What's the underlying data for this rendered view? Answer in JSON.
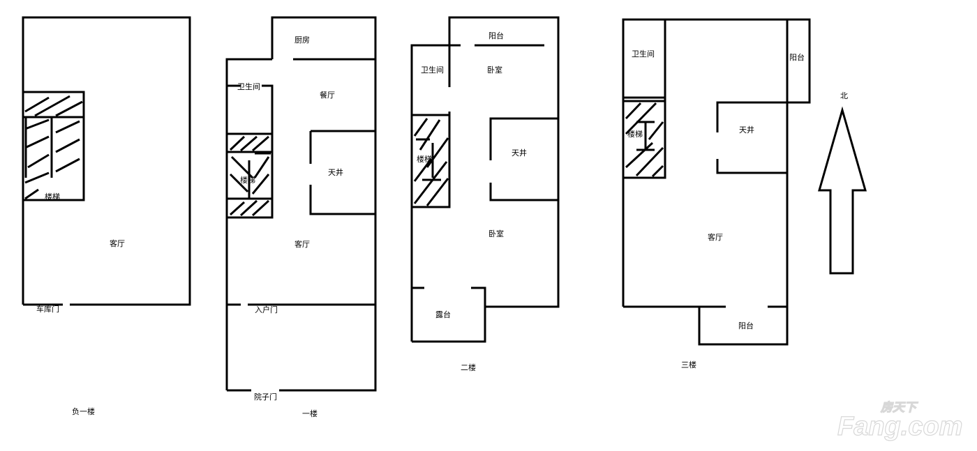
{
  "plans": [
    {
      "title": "负一楼",
      "rooms": {
        "stairs": "楼梯",
        "living": "客厅",
        "garage_door": "车库门"
      }
    },
    {
      "title": "一楼",
      "rooms": {
        "kitchen": "厨房",
        "bath": "卫生间",
        "dining": "餐厅",
        "stairs": "楼梯",
        "skylight": "天井",
        "living": "客厅",
        "entry_door": "入户门",
        "yard_door": "院子门"
      }
    },
    {
      "title": "二楼",
      "rooms": {
        "balcony": "阳台",
        "bath": "卫生间",
        "bedroom1": "卧室",
        "stairs": "楼梯",
        "skylight": "天井",
        "bedroom2": "卧室",
        "terrace": "露台"
      }
    },
    {
      "title": "三楼",
      "rooms": {
        "bath": "卫生间",
        "balcony1": "阳台",
        "stairs": "楼梯",
        "skylight": "天井",
        "living": "客厅",
        "balcony2": "阳台"
      }
    }
  ],
  "compass": {
    "label": "北"
  },
  "watermark": {
    "cn": "房天下",
    "en": "Fang.com"
  }
}
